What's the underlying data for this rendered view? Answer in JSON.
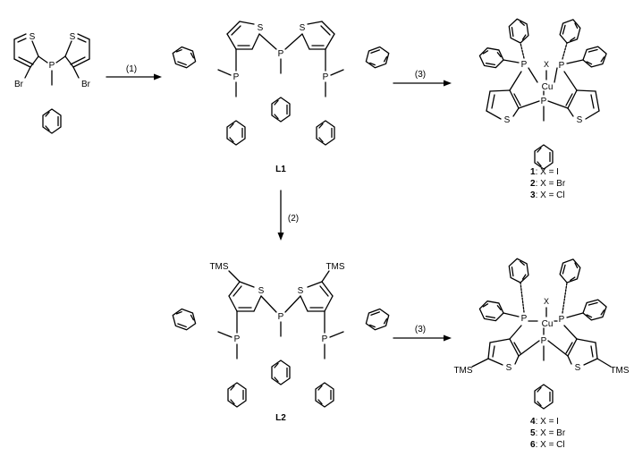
{
  "atoms": {
    "S": "S",
    "P": "P",
    "Br": "Br",
    "Cu": "Cu",
    "X": "X",
    "TMS": "TMS"
  },
  "arrows": {
    "step1": "(1)",
    "step2": "(2)",
    "step3_top": "(3)",
    "step3_bottom": "(3)"
  },
  "compounds": {
    "L1": "L1",
    "L2": "L2",
    "top_complexes": [
      {
        "num": "1",
        "text": ": X = I"
      },
      {
        "num": "2",
        "text": ": X = Br"
      },
      {
        "num": "3",
        "text": ": X = Cl"
      }
    ],
    "bottom_complexes": [
      {
        "num": "4",
        "text": ": X = I"
      },
      {
        "num": "5",
        "text": ": X = Br"
      },
      {
        "num": "6",
        "text": ": X = Cl"
      }
    ]
  }
}
